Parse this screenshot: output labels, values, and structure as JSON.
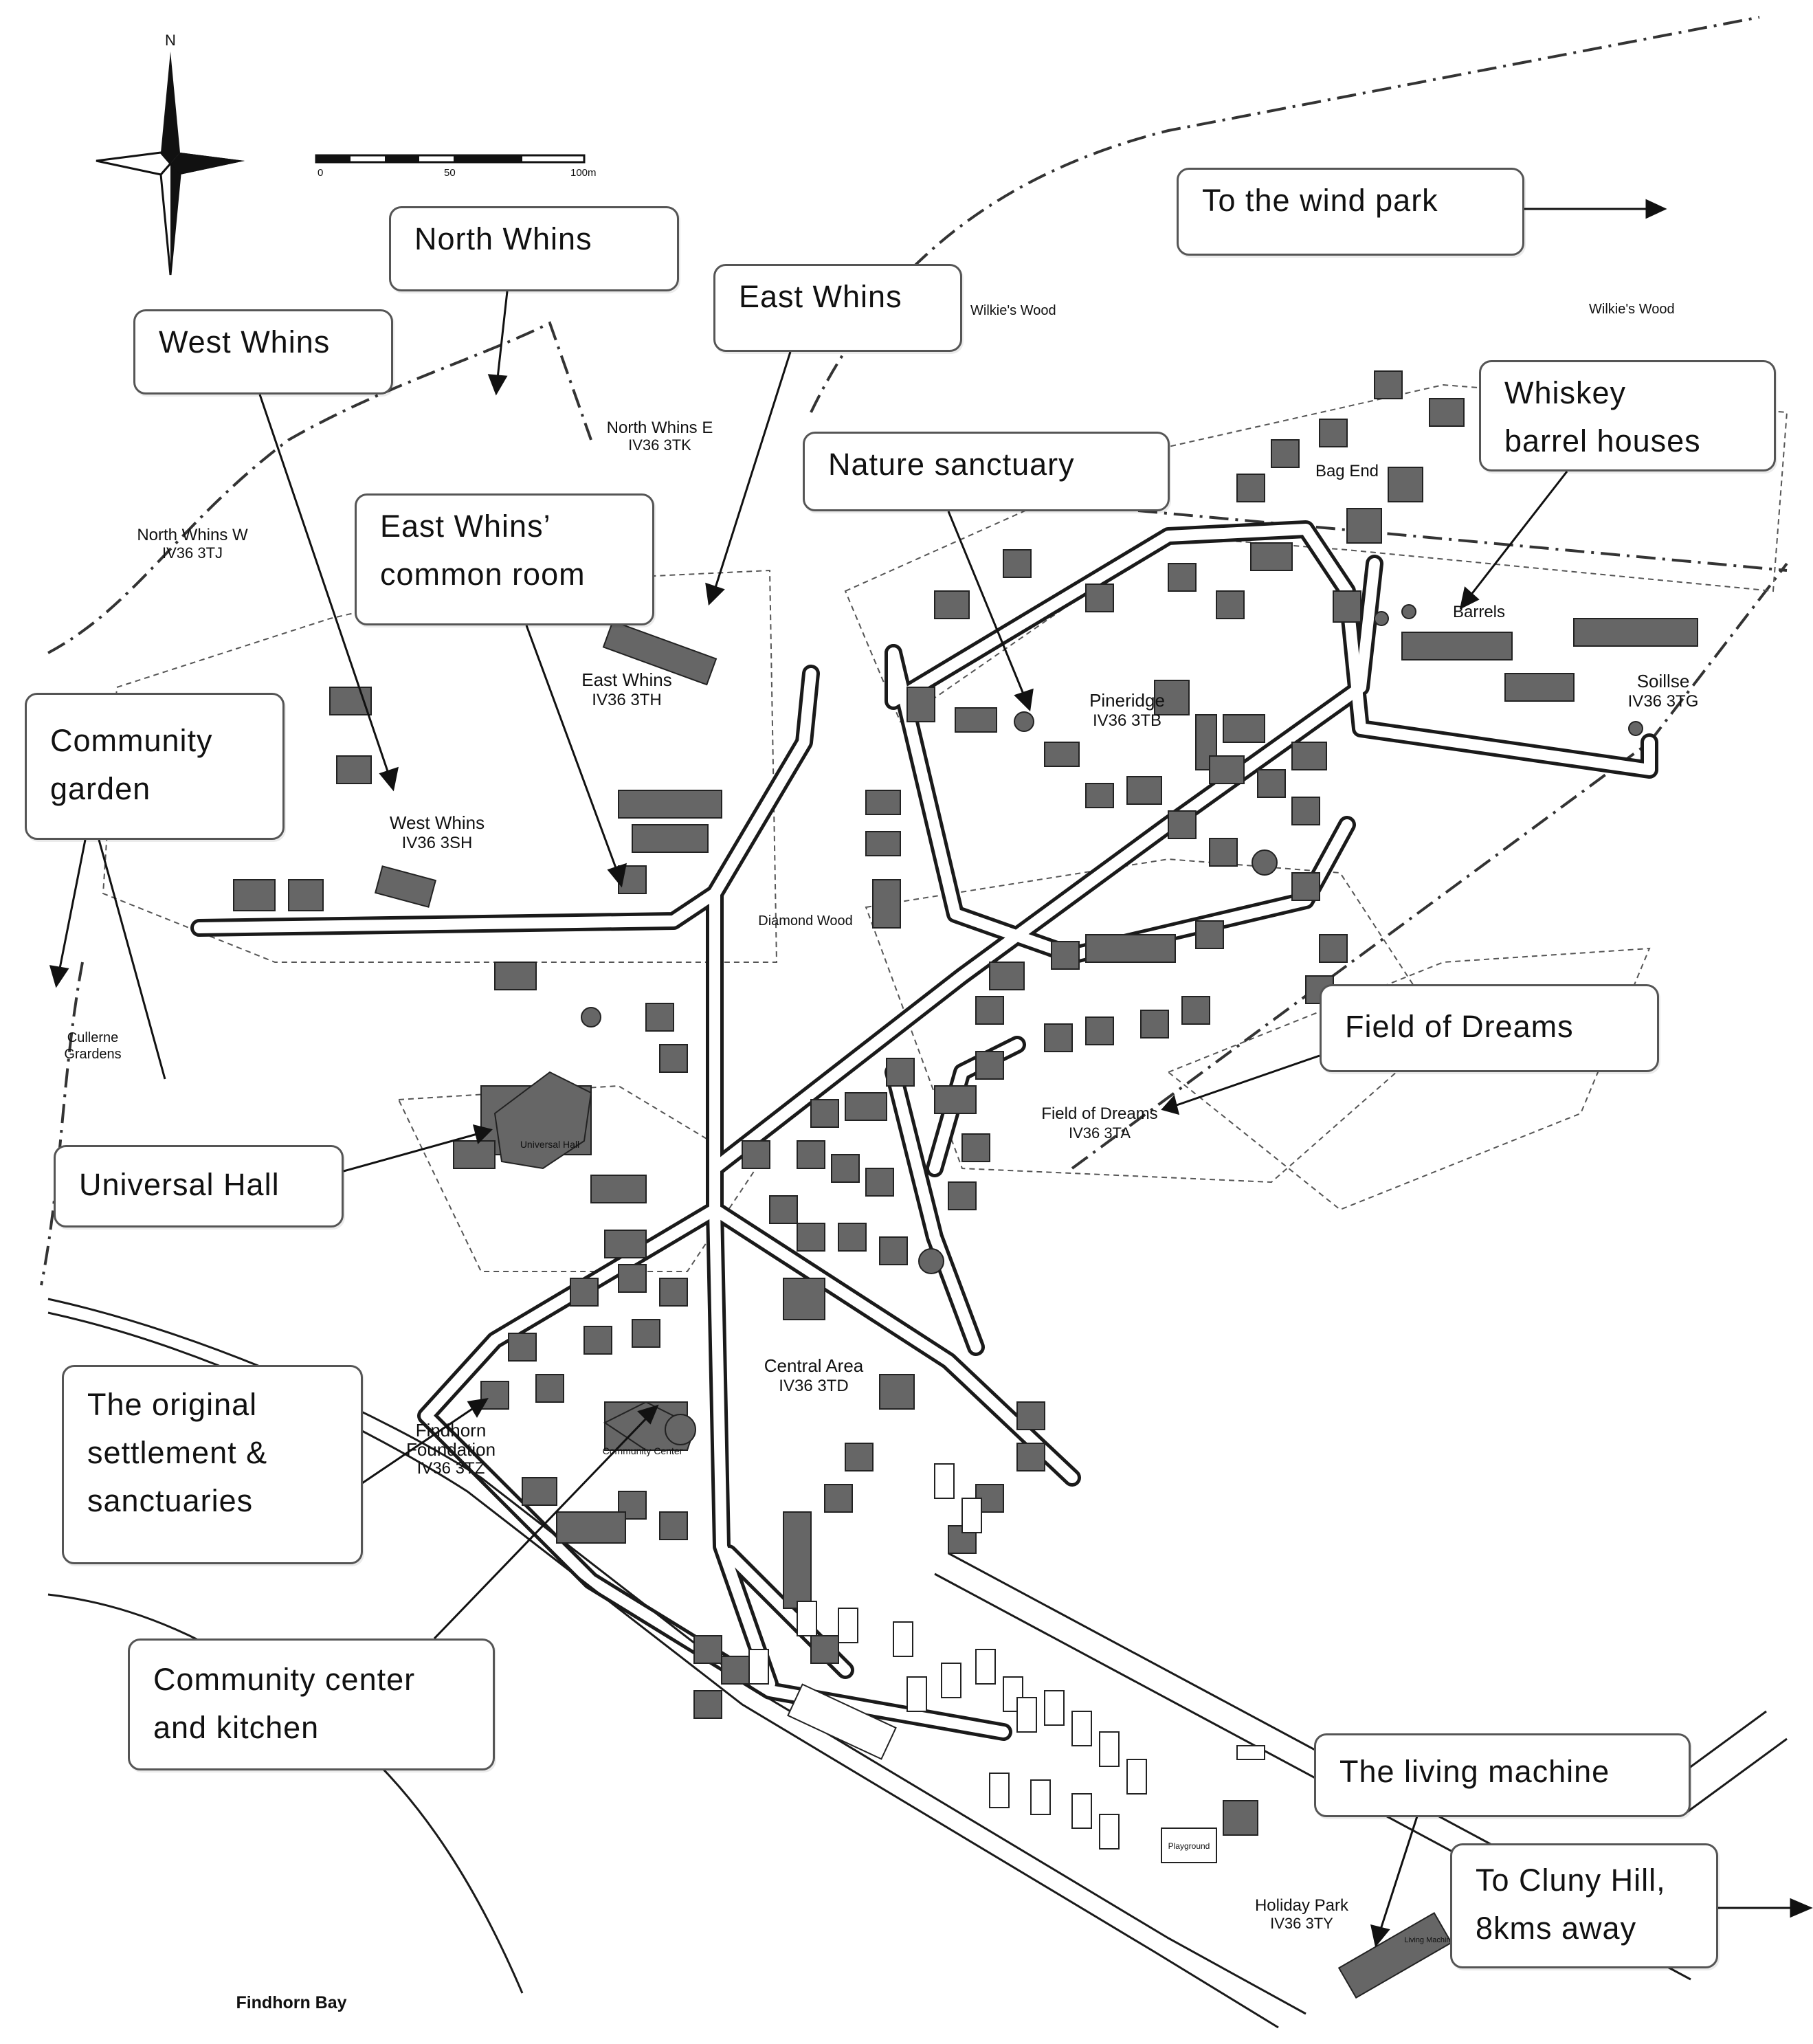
{
  "callouts": {
    "north_whins": "North Whins",
    "east_whins": "East Whins",
    "west_whins": "West Whins",
    "wind_park": "To the wind park",
    "whiskey_line1": "Whiskey",
    "whiskey_line2": "barrel houses",
    "nature_sanctuary": "Nature sanctuary",
    "common_room_line1": "East Whins’",
    "common_room_line2": "common room",
    "community_garden_line1": "Community",
    "community_garden_line2": "garden",
    "universal_hall": "Universal Hall",
    "field_of_dreams": "Field of Dreams",
    "original_line1": "The original",
    "original_line2": "settlement &",
    "original_line3": "sanctuaries",
    "community_center_line1": "Community center",
    "community_center_line2": "and kitchen",
    "living_machine": "The living machine",
    "cluny_line1": "To Cluny Hill,",
    "cluny_line2": "8kms away"
  },
  "compass": {
    "north": "N"
  },
  "scale_bar": {
    "ticks": [
      "0",
      "50",
      "100m"
    ]
  },
  "areas": {
    "wilkies_wood_1": "Wilkie's Wood",
    "wilkies_wood_2": "Wilkie's Wood",
    "north_whins_e": "North Whins E",
    "north_whins_e_code": "IV36 3TK",
    "north_whins_w": "North Whins W",
    "north_whins_w_code": "IV36 3TJ",
    "east_whins": "East Whins",
    "east_whins_code": "IV36 3TH",
    "west_whins": "West Whins",
    "west_whins_code": "IV36 3SH",
    "pineridge": "Pineridge",
    "pineridge_code": "IV36 3TB",
    "soillse": "Soillse",
    "soillse_code": "IV36 3TG",
    "bag_end": "Bag End",
    "barrels": "Barrels",
    "diamond_wood": "Diamond Wood",
    "field_of_dreams": "Field of Dreams",
    "field_of_dreams_code": "IV36 3TA",
    "central_area": "Central Area",
    "central_area_code": "IV36 3TD",
    "findhorn_foundation_1": "Findhorn",
    "findhorn_foundation_2": "Foundation",
    "findhorn_foundation_code": "IV36 3TZ",
    "holiday_park": "Holiday Park",
    "holiday_park_code": "IV36 3TY",
    "cullerne_1": "Cullerne",
    "cullerne_2": "Grardens",
    "findhorn_bay": "Findhorn Bay",
    "universal_hall": "Universal Hall",
    "community_center": "Community Center",
    "playground": "Playground",
    "living_machine": "Living Machine"
  },
  "colors": {
    "building": "#666666",
    "road": "#1a1a1a",
    "boundary": "#333333",
    "callout_border": "#555555"
  }
}
